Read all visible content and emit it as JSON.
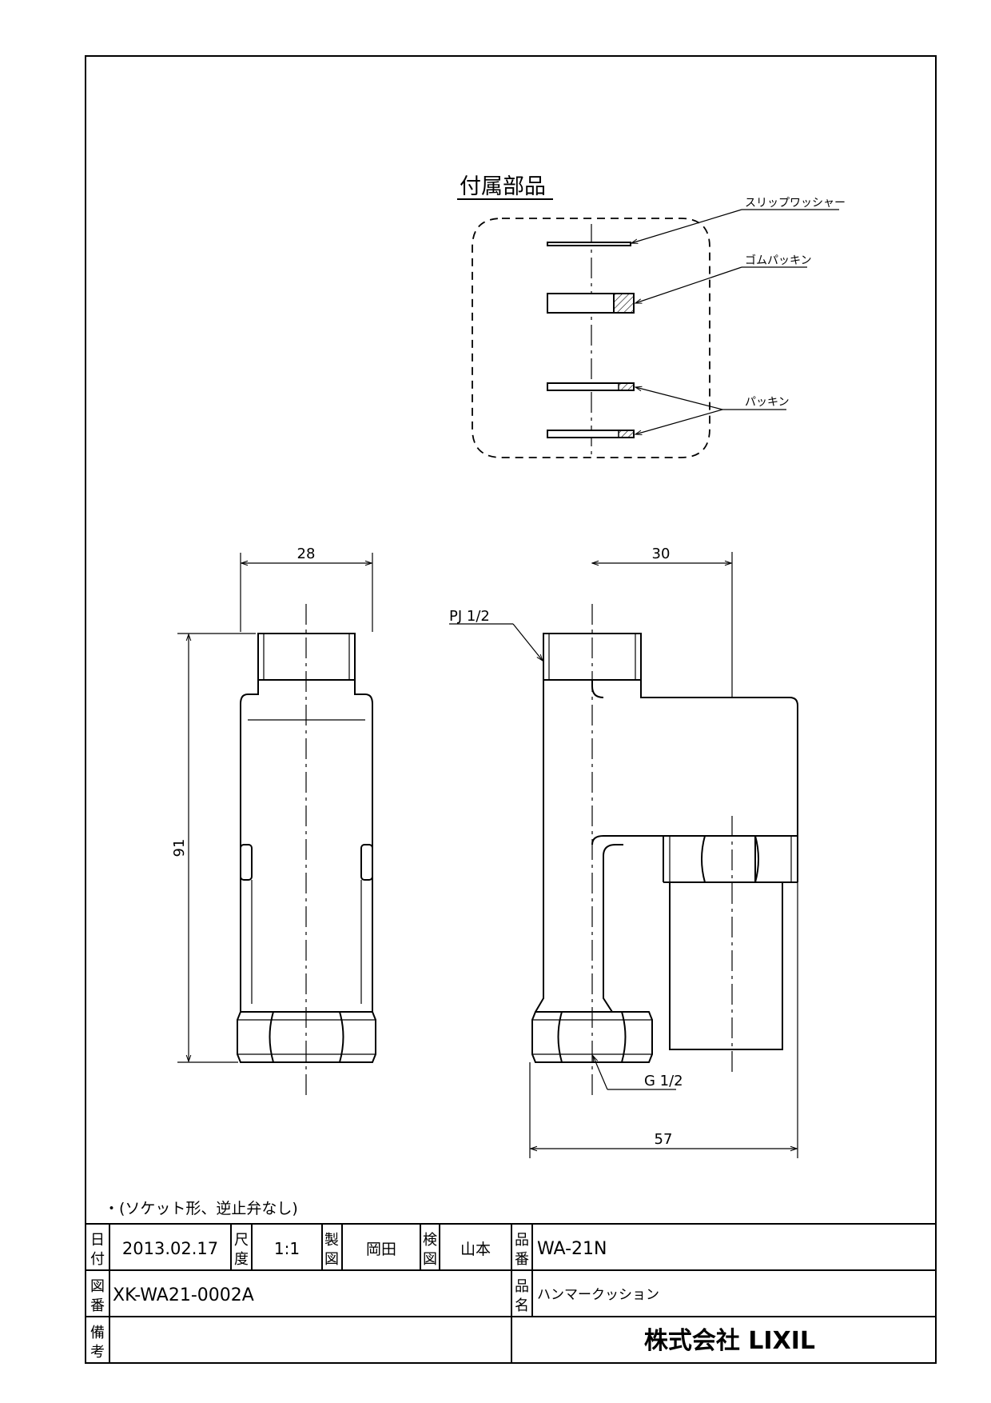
{
  "accessories": {
    "heading": "付属部品",
    "slip_washer_label": "スリップワッシャー",
    "rubber_packing_label": "ゴムパッキン",
    "packing_label": "パッキン"
  },
  "dimensions": {
    "side_width": "28",
    "side_height": "91",
    "front_offset": "30",
    "front_width": "57",
    "top_thread": "PJ 1/2",
    "bottom_thread": "G 1/2"
  },
  "note": "・(ソケット形、逆止弁なし)",
  "title_block": {
    "date_label": "日付",
    "date": "2013.02.17",
    "scale_label": "尺度",
    "scale": "1:1",
    "drawn_label": "製図",
    "drawn_by": "岡田",
    "checked_label": "検図",
    "checked_by": "山本",
    "product_no_label": "品番",
    "product_no": "WA-21N",
    "drawing_no_label": "図番",
    "drawing_no": "XK-WA21-0002A",
    "product_name_label": "品名",
    "product_name": "ハンマークッション",
    "remarks_label": "備考",
    "remarks": "",
    "company": "株式会社 LIXIL"
  }
}
